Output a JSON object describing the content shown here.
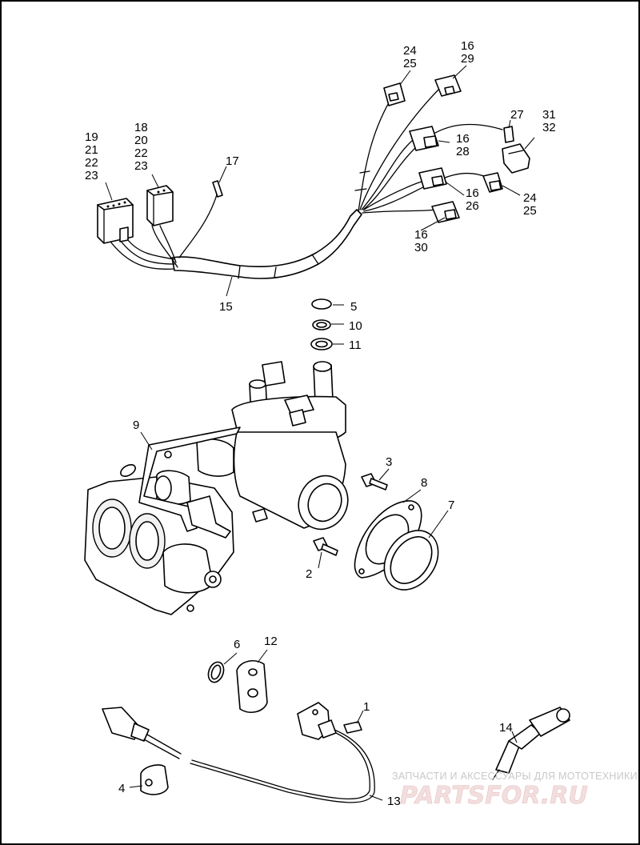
{
  "callouts": {
    "c1": "1",
    "c2": "2",
    "c3": "3",
    "c4": "4",
    "c5": "5",
    "c6": "6",
    "c7": "7",
    "c8": "8",
    "c9": "9",
    "c10": "10",
    "c11": "11",
    "c12": "12",
    "c13": "13",
    "c14": "14",
    "c15": "15",
    "c17": "17",
    "c27": "27",
    "g1_a": "19",
    "g1_b": "21",
    "g1_c": "22",
    "g1_d": "23",
    "g2_a": "18",
    "g2_b": "20",
    "g2_c": "22",
    "g2_d": "23",
    "g3_a": "24",
    "g3_b": "25",
    "g4_a": "16",
    "g4_b": "29",
    "g5_a": "31",
    "g5_b": "32",
    "g6_a": "16",
    "g6_b": "28",
    "g7_a": "16",
    "g7_b": "26",
    "g8_a": "24",
    "g8_b": "25",
    "g9_a": "16",
    "g9_b": "30"
  },
  "watermark": {
    "caption": "ЗАПЧАСТИ И АКСЕССУАРЫ ДЛЯ МОТОТЕХНИКИ",
    "logo": "PARTSFOR.RU"
  }
}
